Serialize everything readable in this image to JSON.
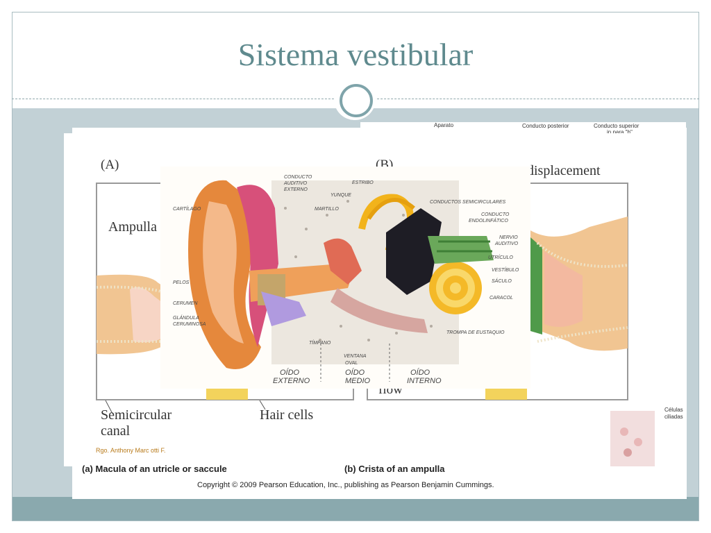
{
  "slide": {
    "title": "Sistema vestibular"
  },
  "figure": {
    "top_labels": {
      "aparato": "Aparato",
      "posterior": "Conducto posterior",
      "superior": "Conducto superior",
      "superior_extra": "in para \"b\""
    },
    "panel_a": {
      "letter": "(A)",
      "ampulla": "Ampulla",
      "semicircular_1": "Semicircular",
      "semicircular_2": "canal",
      "hair_cells": "Hair cells",
      "author": "Rgo. Anthony Marc otti F.",
      "caption": "(a) Macula of an utricle or saccule"
    },
    "panel_b": {
      "letter": "(B)",
      "heading": "displacement",
      "flow": "flow",
      "caption": "(b) Crista of an ampulla",
      "celulas_1": "Células",
      "celulas_2": "ciliadas"
    },
    "copyright": "Copyright © 2009 Pearson Education, Inc., publishing as Pearson Benjamin Cummings."
  },
  "ear": {
    "labels": {
      "cartilago": "Cartílago",
      "conducto_auditivo_1": "Conducto",
      "conducto_auditivo_2": "auditivo",
      "conducto_auditivo_3": "externo",
      "estribo": "Estribo",
      "yunque": "Yunque",
      "martillo": "Martillo",
      "conductos_semicirculares": "Conductos semicirculares",
      "conducto_endolinfatico_1": "Conducto",
      "conducto_endolinfatico_2": "endolinfático",
      "nervio_1": "Nervio",
      "nervio_2": "auditivo",
      "utriculo": "Utrículo",
      "vestibulo": "Vestíbulo",
      "saculo": "Sáculo",
      "caracol": "Caracol",
      "trompa": "Trompa de Eustaquio",
      "pelos": "Pelos",
      "cerumen": "Cerumen",
      "glandula_1": "Glándula",
      "glandula_2": "ceruminosa",
      "timpano": "Tímpano",
      "ventana_1": "Ventana",
      "ventana_2": "oval"
    },
    "regions": {
      "externo_1": "Oído",
      "externo_2": "externo",
      "medio_1": "Oído",
      "medio_2": "medio",
      "interno_1": "Oído",
      "interno_2": "interno"
    }
  },
  "colors": {
    "title": "#5f8a8e",
    "content_bg": "#c2d1d6",
    "footer_band": "#8aa9ae",
    "ornament_ring": "#7fa4aa",
    "orange_tab": "#f0a12a"
  }
}
